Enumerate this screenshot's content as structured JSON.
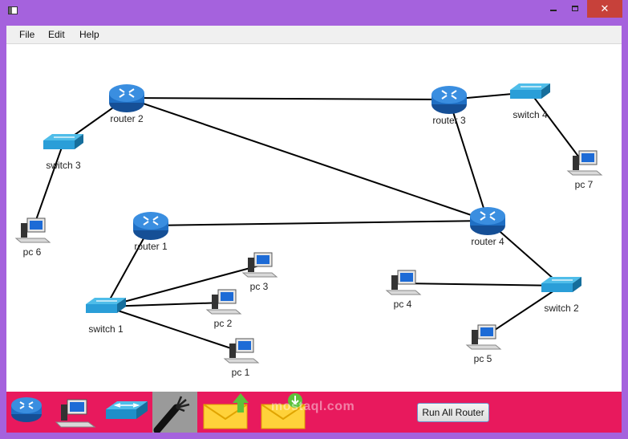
{
  "window": {
    "close_glyph": "✕"
  },
  "menu": {
    "items": [
      "File",
      "Edit",
      "Help"
    ]
  },
  "topology": {
    "nodes": [
      {
        "id": "router2",
        "type": "router",
        "label": "router 2"
      },
      {
        "id": "router3",
        "type": "router",
        "label": "router 3"
      },
      {
        "id": "router1",
        "type": "router",
        "label": "router 1"
      },
      {
        "id": "router4",
        "type": "router",
        "label": "router 4"
      },
      {
        "id": "switch3",
        "type": "switch",
        "label": "switch 3"
      },
      {
        "id": "switch4",
        "type": "switch",
        "label": "switch 4"
      },
      {
        "id": "switch1",
        "type": "switch",
        "label": "switch 1"
      },
      {
        "id": "switch2",
        "type": "switch",
        "label": "switch 2"
      },
      {
        "id": "pc6",
        "type": "pc",
        "label": "pc 6"
      },
      {
        "id": "pc7",
        "type": "pc",
        "label": "pc 7"
      },
      {
        "id": "pc3",
        "type": "pc",
        "label": "pc 3"
      },
      {
        "id": "pc2",
        "type": "pc",
        "label": "pc 2"
      },
      {
        "id": "pc1",
        "type": "pc",
        "label": "pc 1"
      },
      {
        "id": "pc4",
        "type": "pc",
        "label": "pc 4"
      },
      {
        "id": "pc5",
        "type": "pc",
        "label": "pc 5"
      }
    ],
    "links": [
      [
        "router2",
        "router3"
      ],
      [
        "router2",
        "router4"
      ],
      [
        "router2",
        "switch3"
      ],
      [
        "switch3",
        "pc6"
      ],
      [
        "router3",
        "switch4"
      ],
      [
        "router3",
        "router4"
      ],
      [
        "switch4",
        "pc7"
      ],
      [
        "router1",
        "router4"
      ],
      [
        "router1",
        "switch1"
      ],
      [
        "switch1",
        "pc3"
      ],
      [
        "switch1",
        "pc2"
      ],
      [
        "switch1",
        "pc1"
      ],
      [
        "router4",
        "switch2"
      ],
      [
        "switch2",
        "pc4"
      ],
      [
        "switch2",
        "pc5"
      ]
    ]
  },
  "toolbar": {
    "tools": [
      {
        "name": "router",
        "icon": "router-icon"
      },
      {
        "name": "pc",
        "icon": "pc-icon"
      },
      {
        "name": "switch",
        "icon": "switch-icon"
      },
      {
        "name": "cable",
        "icon": "cable-icon"
      },
      {
        "name": "send",
        "icon": "send-mail-icon"
      },
      {
        "name": "receive",
        "icon": "receive-mail-icon"
      }
    ],
    "run_label": "Run All Router",
    "watermark": "mostaql.com"
  },
  "colors": {
    "frame": "#a562dd",
    "toolbar": "#e8195d",
    "router": "#1f6fc4",
    "switch": "#2a9ed8",
    "close": "#c7413a"
  }
}
